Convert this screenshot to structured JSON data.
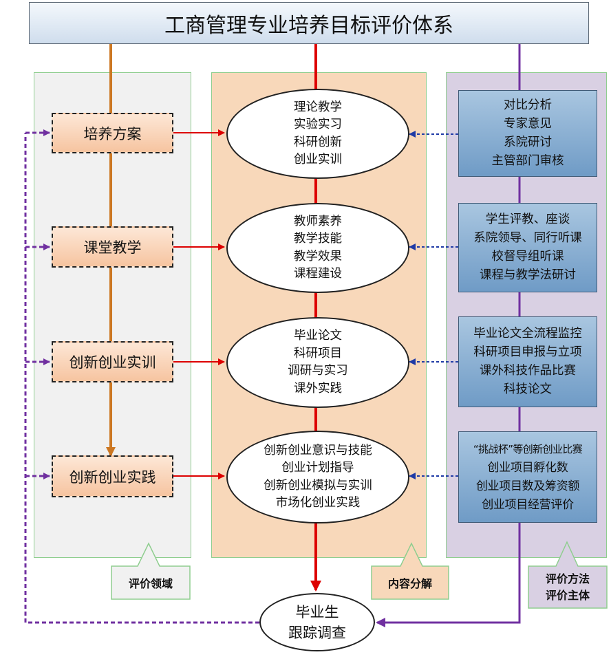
{
  "title": "工商管理专业培养目标评价体系",
  "areas": [
    {
      "label": "培养方案"
    },
    {
      "label": "课堂教学"
    },
    {
      "label": "创新创业实训"
    },
    {
      "label": "创新创业实践"
    }
  ],
  "contents": [
    {
      "lines": [
        "理论教学",
        "实验实习",
        "科研创新",
        "创业实训"
      ]
    },
    {
      "lines": [
        "教师素养",
        "教学技能",
        "教学效果",
        "课程建设"
      ]
    },
    {
      "lines": [
        "毕业论文",
        "科研项目",
        "调研与实习",
        "课外实践"
      ]
    },
    {
      "lines": [
        "创新创业意识与技能",
        "创业计划指导",
        "创新创业模拟与实训",
        "市场化创业实践"
      ]
    }
  ],
  "methods": [
    {
      "lines": [
        "对比分析",
        "专家意见",
        "系院研讨",
        "主管部门审核"
      ]
    },
    {
      "lines": [
        "学生评教、座谈",
        "系院领导、同行听课",
        "校督导组听课",
        "课程与教学法研讨"
      ]
    },
    {
      "lines": [
        "毕业论文全流程监控",
        "科研项目申报与立项",
        "课外科技作品比赛",
        "科技论文"
      ]
    },
    {
      "lines": [
        "“挑战杯”等创新创业比赛",
        "创业项目孵化数",
        "创业项目数及筹资额",
        "创业项目经营评价"
      ]
    }
  ],
  "graduate": {
    "lines": [
      "毕业生",
      "跟踪调查"
    ]
  },
  "legends": {
    "left": "评价领域",
    "mid": "内容分解",
    "right": [
      "评价方法",
      "评价主体"
    ]
  },
  "colors": {
    "orange": "#cc7722",
    "red": "#dd0000",
    "purple": "#7030a0",
    "navy": "#1f3aa6"
  }
}
